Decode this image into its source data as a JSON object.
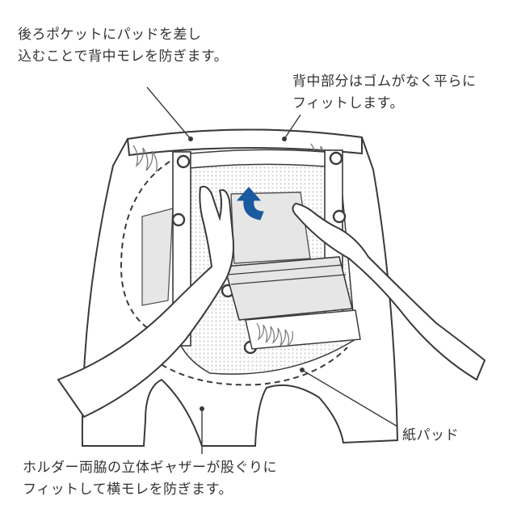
{
  "labels": {
    "pocket": {
      "line1": "後ろポケットにパッドを差し",
      "line2": "込むことで背中モレを防ぎます。"
    },
    "back": {
      "line1": "背中部分はゴムがなく平らに",
      "line2": "フィットします。"
    },
    "paper_pad": "紙パッド",
    "gather": {
      "line1": "ホルダー両脇の立体ギャザーが股ぐりに",
      "line2": "フィットして横モレを防ぎます。"
    }
  },
  "colors": {
    "line": "#3a3a3a",
    "text": "#333333",
    "arrow": "#1a5a9e",
    "pad_gray": "#e6e6e6",
    "mesh_gray": "#d9d9d9"
  },
  "icons": {
    "arrow": "curved-up-arrow-icon"
  }
}
